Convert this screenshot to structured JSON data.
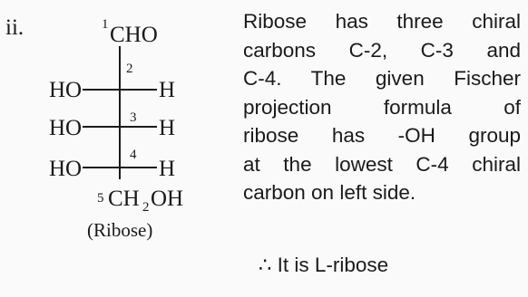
{
  "item_label": "ii.",
  "fischer": {
    "c1_num": "1",
    "c1_group": "CHO",
    "c2_num": "2",
    "c3_num": "3",
    "c4_num": "4",
    "c5_num": "5",
    "row2_left": "HO",
    "row2_right": "H",
    "row3_left": "HO",
    "row3_right": "H",
    "row4_left": "HO",
    "row4_right": "H",
    "c5_ch": "CH",
    "c5_sub": "2",
    "c5_oh": "OH",
    "caption": "(Ribose)"
  },
  "explanation": {
    "lines": [
      "Ribose has three chiral",
      "carbons C-2, C-3 and",
      "C-4. The given Fischer",
      "projection formula of",
      "ribose has -OH group",
      "at the lowest C-4 chiral",
      "carbon on left side."
    ],
    "conclusion": "∴ It is L-ribose"
  }
}
